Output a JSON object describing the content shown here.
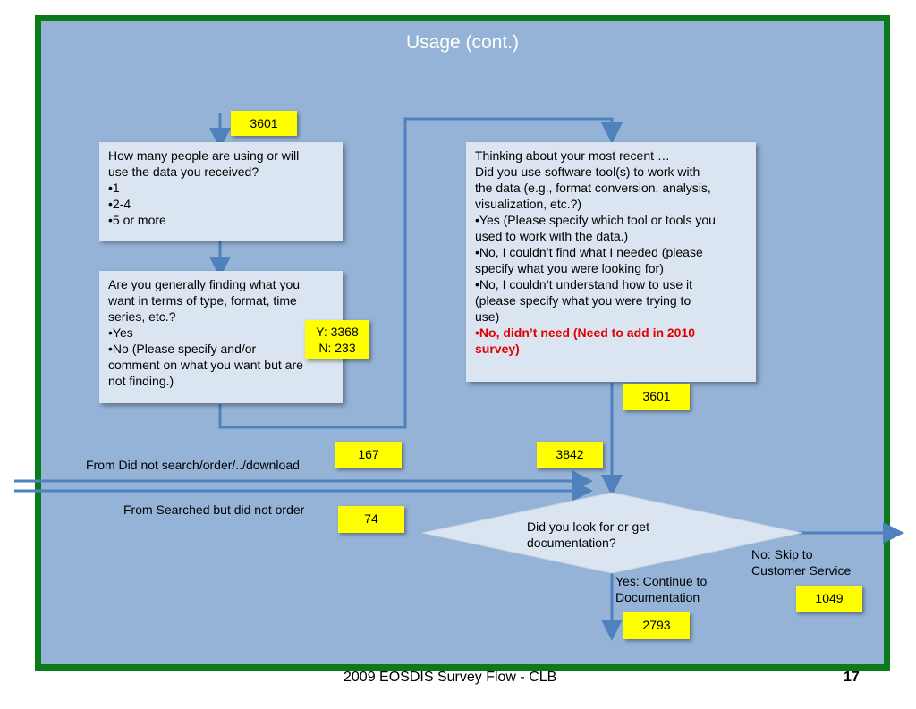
{
  "slide": {
    "title": "Usage (cont.)",
    "footer_text": "2009 EOSDIS Survey Flow - CLB",
    "page_number": "17"
  },
  "q_people": {
    "lines": [
      "How many people are using or will",
      "use the data you received?",
      "•1",
      "•2-4",
      "•5 or more"
    ]
  },
  "q_finding": {
    "lines": [
      "Are you generally finding what you",
      "want in terms of type, format, time",
      "series, etc.?",
      "•Yes",
      "•No (Please specify and/or",
      "comment on what you want but are",
      "not finding.)"
    ]
  },
  "q_software": {
    "lines": [
      "Thinking about your most recent …",
      "Did you use software tool(s) to work with",
      "the data (e.g., format conversion, analysis,",
      "visualization, etc.?)",
      "•Yes (Please specify which tool or tools you",
      "used to work with the data.)",
      "•No, I couldn’t find what I needed (please",
      "specify what you were looking for)",
      "•No, I couldn’t understand how to use it",
      "(please specify what you were trying to",
      "use)"
    ],
    "highlight_lines": [
      "•No, didn’t need (Need to add in 2010",
      "survey)"
    ]
  },
  "decision": {
    "lines": [
      "Did you look for or get",
      "documentation?"
    ]
  },
  "counts": {
    "top_left": "3601",
    "yes_no_line1": "Y: 3368",
    "yes_no_line2": "N:  233",
    "right_mid": "3601",
    "from_not_search": "167",
    "merge": "3842",
    "from_searched": "74",
    "skip": "1049",
    "continue": "2793"
  },
  "labels": {
    "from_not_search": "From Did not search/order/../download",
    "from_searched": "From Searched but did not order",
    "no_skip_line1": "No: Skip to",
    "no_skip_line2": "Customer Service",
    "yes_continue_line1": "Yes: Continue to",
    "yes_continue_line2": "Documentation"
  },
  "colors": {
    "frame_border": "#0a7a1a",
    "frame_fill": "#95b3d7",
    "box_fill": "#dbe5f1",
    "connector": "#4f81bd",
    "tag_fill": "#ffff00",
    "highlight": "#e00000"
  }
}
